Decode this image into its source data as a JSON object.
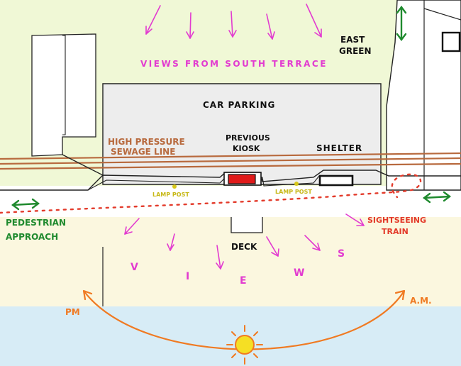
{
  "colors": {
    "green_area": "#f0f8d6",
    "beach": "#fbf7df",
    "sea": "#d7ecf6",
    "building": "#ededed",
    "pink": "#e23bd0",
    "brown": "#b86a3e",
    "green": "#1f8a2e",
    "red_dots": "#e33a2a",
    "lamp": "#d7c71a",
    "orange": "#f07a22",
    "sun": "#f5df24",
    "kiosk": "#e01b1b",
    "ink": "#111111"
  },
  "labels": {
    "views_south_terrace": "VIEWS FROM SOUTH TERRACE",
    "east_green_1": "EAST",
    "east_green_2": "GREEN",
    "car_parking": "CAR PARKING",
    "high_pressure_1": "HIGH PRESSURE",
    "high_pressure_2": "SEWAGE LINE",
    "previous_kiosk_1": "PREVIOUS",
    "previous_kiosk_2": "KIOSK",
    "shelter": "SHELTER",
    "lamp_post_left": "LAMP POST",
    "lamp_post_right": "LAMP POST",
    "pedestrian_1": "PEDESTRIAN",
    "pedestrian_2": "APPROACH",
    "sightseeing_1": "SIGHTSEEING",
    "sightseeing_2": "TRAIN",
    "deck": "DECK",
    "views_letters": [
      "V",
      "I",
      "E",
      "W",
      "S"
    ],
    "pm": "PM",
    "am": "A.M."
  },
  "icons": {
    "views_arrow": "arrow-icon",
    "double_arrow": "double-arrow-icon",
    "sun": "sun-icon"
  }
}
